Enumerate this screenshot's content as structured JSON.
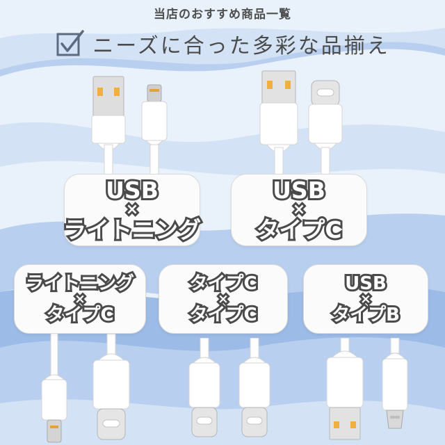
{
  "header": {
    "subtitle": "当店のおすすめ商品一覧",
    "title": "ニーズに合った多彩な品揃え"
  },
  "colors": {
    "background": "#e9f1fb",
    "wave_light": "#d3e2f5",
    "wave_mid": "#b8cfef",
    "wave_deep": "#9cbbe6",
    "label_text_outline": "#4a4a4a",
    "check_icon": "#5b6b80"
  },
  "products": [
    {
      "line1": "USB",
      "line2": "×",
      "line3": "ライトニング",
      "connectors": [
        "usb-a-connector-icon",
        "lightning-connector-icon"
      ]
    },
    {
      "line1": "USB",
      "line2": "×",
      "line3": "タイプC",
      "connectors": [
        "usb-a-connector-icon",
        "usb-c-connector-icon"
      ]
    },
    {
      "line1": "ライトニング",
      "line2": "×",
      "line3": "タイプC",
      "connectors": [
        "lightning-connector-icon",
        "usb-c-connector-icon"
      ]
    },
    {
      "line1": "タイプC",
      "line2": "×",
      "line3": "タイプC",
      "connectors": [
        "usb-c-connector-icon",
        "usb-c-connector-icon"
      ]
    },
    {
      "line1": "USB",
      "line2": "×",
      "line3": "タイプB",
      "connectors": [
        "usb-a-connector-icon",
        "micro-usb-connector-icon"
      ]
    }
  ]
}
